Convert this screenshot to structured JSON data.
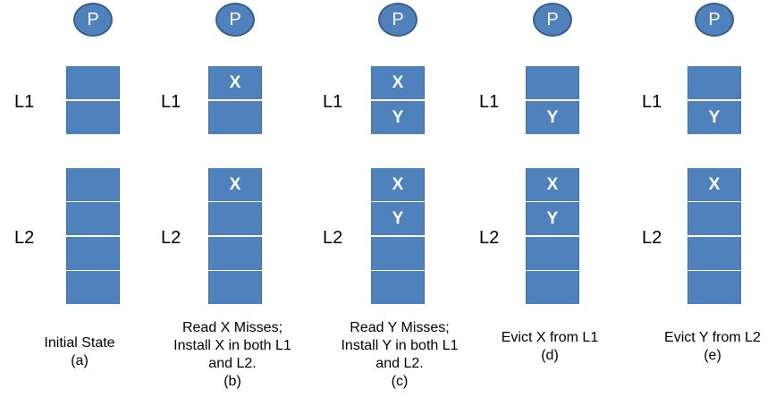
{
  "processor_label": "P",
  "level_labels": {
    "l1": "L1",
    "l2": "L2"
  },
  "panels": [
    {
      "id": "a",
      "l1": [
        "",
        ""
      ],
      "l2": [
        "",
        "",
        "",
        ""
      ],
      "caption_lines": [
        "Initial State",
        "(a)"
      ]
    },
    {
      "id": "b",
      "l1": [
        "X",
        ""
      ],
      "l2": [
        "X",
        "",
        "",
        ""
      ],
      "caption_lines": [
        "Read X Misses;",
        "Install X in both L1",
        "and L2.",
        "(b)"
      ]
    },
    {
      "id": "c",
      "l1": [
        "X",
        "Y"
      ],
      "l2": [
        "X",
        "Y",
        "",
        ""
      ],
      "caption_lines": [
        "Read Y Misses;",
        "Install Y in both L1",
        "and L2.",
        "(c)"
      ]
    },
    {
      "id": "d",
      "l1": [
        "",
        "Y"
      ],
      "l2": [
        "X",
        "Y",
        "",
        ""
      ],
      "caption_lines": [
        "Evict X from L1",
        "(d)"
      ]
    },
    {
      "id": "e",
      "l1": [
        "",
        "Y"
      ],
      "l2": [
        "X",
        "",
        "",
        ""
      ],
      "caption_lines": [
        "Evict  Y from L2",
        "(e)"
      ]
    }
  ],
  "colors": {
    "block_fill": "#4f81bd",
    "block_text": "#ffffff",
    "processor_border": "#385d8a"
  }
}
